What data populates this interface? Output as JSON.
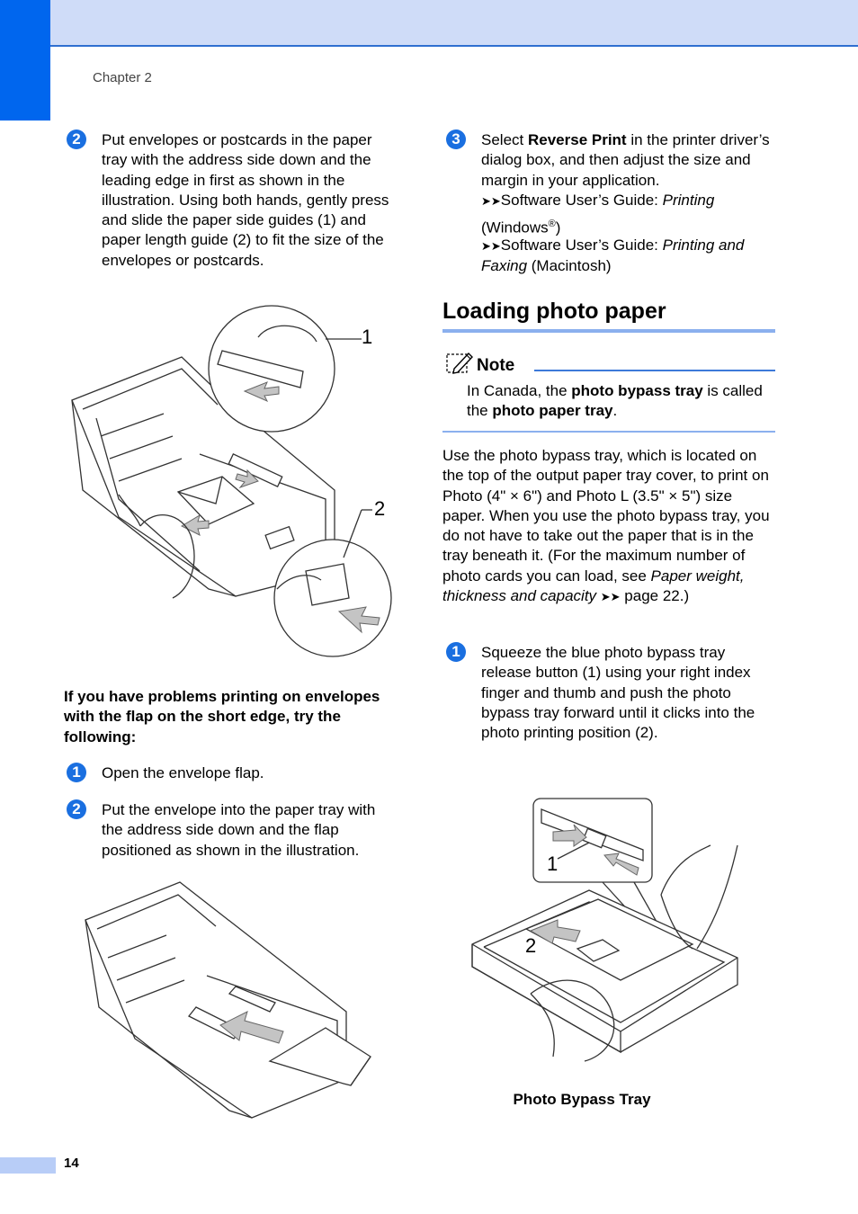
{
  "header": {
    "chapter": "Chapter 2"
  },
  "left": {
    "step2": {
      "num": "2",
      "text": "Put envelopes or postcards in the paper tray with the address side down and the leading edge in first as shown in the illustration. Using both hands, gently press and slide the paper side guides (1) and paper length guide (2) to fit the size of the envelopes or postcards."
    },
    "fig1_callouts": {
      "c1": "1",
      "c2": "2"
    },
    "problem_heading": "If you have problems printing on envelopes with the flap on the short edge, try the following:",
    "sub1": {
      "num": "1",
      "text": "Open the envelope flap."
    },
    "sub2": {
      "num": "2",
      "text": "Put the envelope into the paper tray with the address side down and the flap positioned as shown in the illustration."
    }
  },
  "right": {
    "step3": {
      "num": "3",
      "pre": "Select ",
      "bold": "Reverse Print",
      "post": " in the printer driver’s dialog box, and then adjust the size and margin in your application.",
      "ref1_prefix": "Software User’s Guide: ",
      "ref1_italic": "Printing",
      "ref1_suffix": "(Windows",
      "reg": "®",
      "close": ")",
      "ref2_prefix": "Software User’s Guide: ",
      "ref2_italic": "Printing and Faxing",
      "ref2_suffix": " (Macintosh)"
    },
    "section_title": "Loading photo paper",
    "note": {
      "label": "Note",
      "pre": "In Canada, the ",
      "bold1": "photo bypass tray",
      "mid": " is called the ",
      "bold2": "photo paper tray",
      "post": "."
    },
    "body": {
      "p1": "Use the photo bypass tray, which is located on the top of the output paper tray cover, to print on Photo (4\" × 6\") and Photo L (3.5\" × 5\") size paper. When you use the photo bypass tray, you do not have to take out the paper that is in the tray beneath it. (For the maximum number of photo cards you can load, see ",
      "italic": "Paper weight, thickness and capacity",
      "arrows": "➤➤",
      "post": " page 22.)"
    },
    "step1": {
      "num": "1",
      "text": "Squeeze the blue photo bypass tray release button (1) using your right index finger and thumb and push the photo bypass tray forward until it clicks into the photo printing position (2)."
    },
    "fig3_callouts": {
      "c1": "1",
      "c2": "2"
    },
    "caption": "Photo Bypass Tray"
  },
  "footer": {
    "page": "14"
  },
  "colors": {
    "accent": "#0066ee",
    "band": "#cfdcf8",
    "rule": "#8bb0ee"
  }
}
